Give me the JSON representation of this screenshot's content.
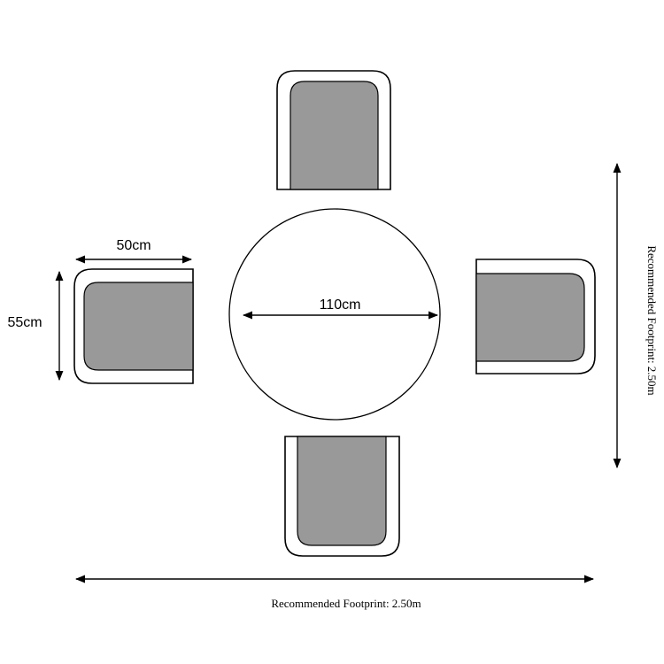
{
  "labels": {
    "chair_width": "50cm",
    "chair_depth": "55cm",
    "table_diameter": "110cm",
    "footprint_horizontal": "Recommended Footprint: 2.50m",
    "footprint_vertical": "Recommended Footprint: 2.50m"
  },
  "colors": {
    "line": "#000000",
    "cushion": "#999999",
    "background": "#ffffff"
  }
}
